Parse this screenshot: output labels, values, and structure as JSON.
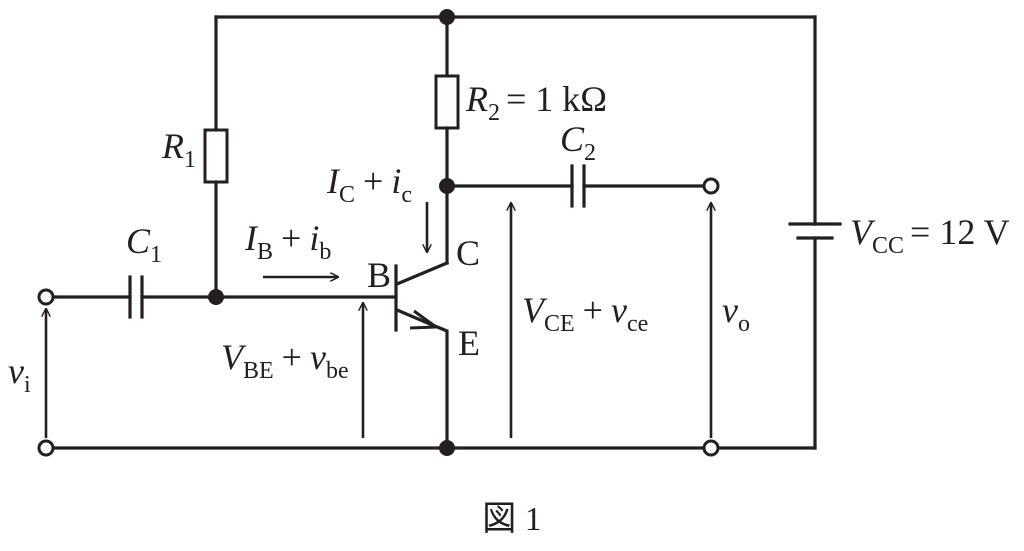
{
  "figure": {
    "caption": "図 1"
  },
  "components": {
    "r1": {
      "symbol": "R",
      "sub": "1"
    },
    "r2": {
      "symbol": "R",
      "sub": "2",
      "value": "= 1 kΩ"
    },
    "c1": {
      "symbol": "C",
      "sub": "1"
    },
    "c2": {
      "symbol": "C",
      "sub": "2"
    },
    "vcc": {
      "symbol": "V",
      "sub": "CC",
      "value": "= 12 V"
    }
  },
  "transistor": {
    "base": "B",
    "collector": "C",
    "emitter": "E"
  },
  "signals": {
    "ib": {
      "dc": "I",
      "dc_sub": "B",
      "plus": "+",
      "ac": "i",
      "ac_sub": "b"
    },
    "ic": {
      "dc": "I",
      "dc_sub": "C",
      "plus": "+",
      "ac": "i",
      "ac_sub": "c"
    },
    "vbe": {
      "dc": "V",
      "dc_sub": "BE",
      "plus": "+",
      "ac": "v",
      "ac_sub": "be"
    },
    "vce": {
      "dc": "V",
      "dc_sub": "CE",
      "plus": "+",
      "ac": "v",
      "ac_sub": "ce"
    },
    "vi": {
      "ac": "v",
      "ac_sub": "i"
    },
    "vo": {
      "ac": "v",
      "ac_sub": "o"
    }
  },
  "colors": {
    "ink": "#231f20",
    "background": "#ffffff"
  }
}
